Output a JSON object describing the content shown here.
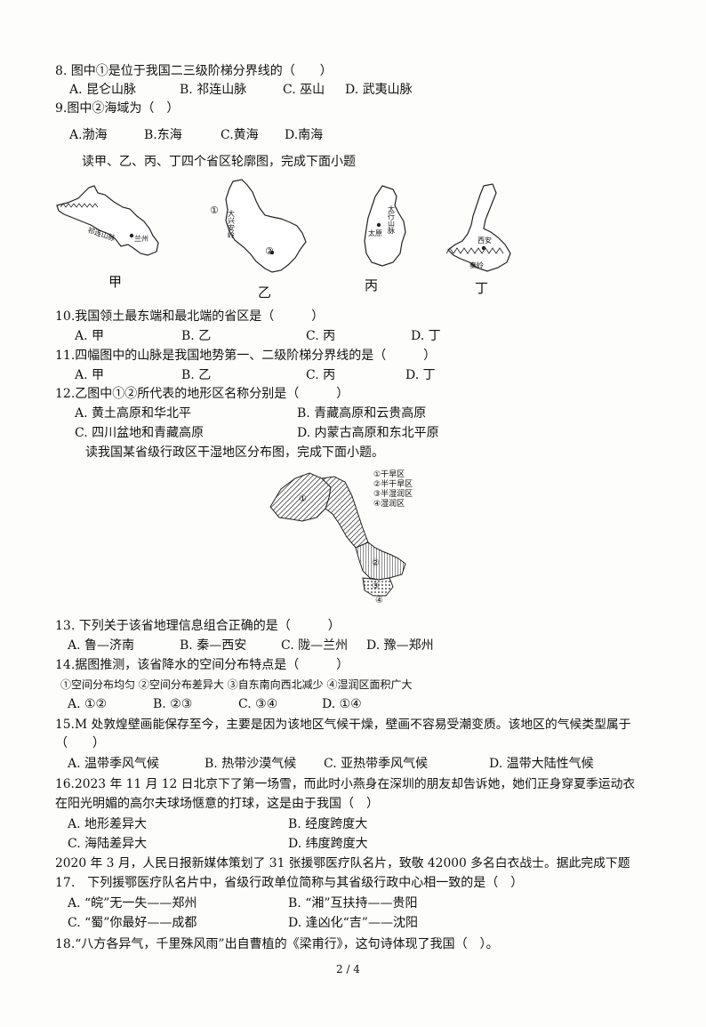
{
  "q8": {
    "stem": "8. 图中①是位于我国二三级阶梯分界线的（　　）",
    "options": [
      "A. 昆仑山脉",
      "B. 祁连山脉",
      "C. 巫山",
      "D. 武夷山脉"
    ]
  },
  "q9": {
    "stem": "9.图中②海域为（　）",
    "options": [
      "A.渤海",
      "B.东海",
      "C.黄海",
      "D.南海"
    ]
  },
  "intro1": "读甲、乙、丙、丁四个省区轮廓图，完成下面小题",
  "maps": {
    "jia": {
      "caption": "甲",
      "labels": [
        "祁连山脉",
        "兰州"
      ]
    },
    "yi": {
      "caption": "乙",
      "labels": [
        "①",
        "大兴安岭",
        "②"
      ]
    },
    "bing": {
      "caption": "丙",
      "labels": [
        "太行山脉",
        "太原"
      ]
    },
    "ding": {
      "caption": "丁",
      "labels": [
        "西安",
        "秦岭"
      ]
    }
  },
  "q10": {
    "stem": "10.我国领土最东端和最北端的省区是（　　　）",
    "options": [
      "A. 甲",
      "B. 乙",
      "C. 丙",
      "D. 丁"
    ]
  },
  "q11": {
    "stem": "11.四幅图中的山脉是我国地势第一、二级阶梯分界线的是（　　　）",
    "options": [
      "A. 甲",
      "B. 乙",
      "C. 丙",
      "D. 丁"
    ]
  },
  "q12": {
    "stem": "12.乙图中①②所代表的地形区名称分别是（　　　）",
    "options": [
      "A. 黄土高原和华北平",
      "B. 青藏高原和云贵高原",
      "C. 四川盆地和青藏高原",
      "D. 内蒙古高原和东北平原"
    ]
  },
  "intro2": "读我国某省级行政区干湿地区分布图，完成下面小题。",
  "dry_map": {
    "legend": [
      "①干旱区",
      "②半干旱区",
      "③半湿润区",
      "④湿润区"
    ],
    "zone_labels": [
      "①",
      "②",
      "③",
      "④"
    ]
  },
  "q13": {
    "stem": "13. 下列关于该省地理信息组合正确的是（　　　）",
    "options": [
      "A. 鲁—济南",
      "B. 秦—西安",
      "C. 陇—兰州",
      "D. 豫—郑州"
    ]
  },
  "q14": {
    "stem": "14.据图推测，该省降水的空间分布特点是（　　　）",
    "statements": "①空间分布均匀 ②空间分布差异大 ③自东南向西北减少 ④湿润区面积广大",
    "options": [
      "A. ①②",
      "B. ②③",
      "C. ③④",
      "D. ①④"
    ]
  },
  "q15": {
    "stem": "15.M 处敦煌壁画能保存至今，主要是因为该地区气候干燥，壁画不容易受潮变质。该地区的气候类型属于",
    "stem2": "（　　）",
    "options": [
      "A. 温带季风气候",
      "B. 热带沙漠气候",
      "C. 亚热带季风气候",
      "D. 温带大陆性气候"
    ]
  },
  "q16": {
    "stem": "16.2023 年 11 月 12 日北京下了第一场雪，而此时小燕身在深圳的朋友却告诉她，她们正身穿夏季运动衣",
    "stem2": "在阳光明媚的高尔夫球场惬意的打球，这是由于我国（　）",
    "options": [
      "A. 地形差异大",
      "B. 经度跨度大",
      "C. 海陆差异大",
      "D. 纬度跨度大"
    ]
  },
  "intro3": "2020 年 3 月，人民日报新媒体策划了 31 张援鄂医疗队名片，致敬 42000 多名白衣战士。据此完成下题",
  "q17": {
    "stem": "17.　下列援鄂医疗队名片中，省级行政单位简称与其省级行政中心相一致的是（　）",
    "options": [
      "A. “皖”无一失——郑州",
      "B. “湘”互扶持——贵阳",
      "C. “蜀”你最好——成都",
      "D. 逢凶化“吉”——沈阳"
    ]
  },
  "q18": {
    "stem": "18.“八方各异气，千里殊风雨”出自曹植的《梁甫行》，这句诗体现了我国（　）。"
  },
  "page_number": "2 / 4"
}
